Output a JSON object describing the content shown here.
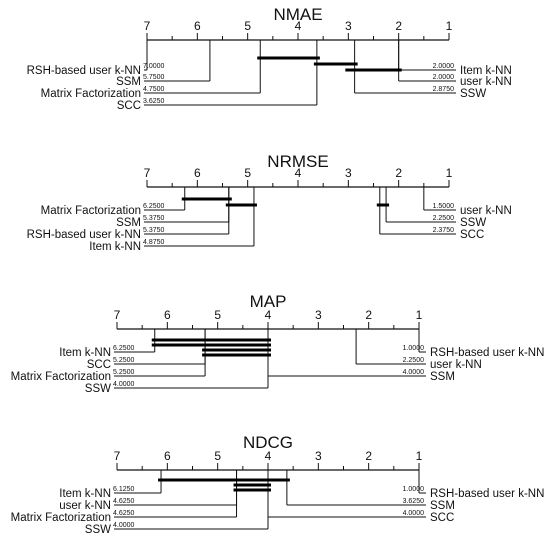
{
  "panels": [
    {
      "id": "nmae",
      "title": "NMAE",
      "ticks": [
        "7",
        "6",
        "5",
        "4",
        "3",
        "2",
        "1"
      ],
      "left_methods": [
        {
          "name": "RSH-based user k-NN",
          "rank_label": "7.0000",
          "rank": 7.0
        },
        {
          "name": "SSM",
          "rank_label": "5.7500",
          "rank": 5.75
        },
        {
          "name": "Matrix Factorization",
          "rank_label": "4.7500",
          "rank": 4.75
        },
        {
          "name": "SCC",
          "rank_label": "3.6250",
          "rank": 3.625
        }
      ],
      "right_methods": [
        {
          "name": "Item k-NN",
          "rank_label": "2.0000",
          "rank": 2.0
        },
        {
          "name": "user k-NN",
          "rank_label": "2.0000",
          "rank": 2.0
        },
        {
          "name": "SSW",
          "rank_label": "2.8750",
          "rank": 2.875
        }
      ],
      "cliques": [
        [
          4.75,
          3.625
        ],
        [
          3.625,
          2.875
        ],
        [
          3.0,
          2.0
        ]
      ]
    },
    {
      "id": "nrmse",
      "title": "NRMSE",
      "ticks": [
        "7",
        "6",
        "5",
        "4",
        "3",
        "2",
        "1"
      ],
      "left_methods": [
        {
          "name": "Matrix Factorization",
          "rank_label": "6.2500",
          "rank": 6.25
        },
        {
          "name": "SSM",
          "rank_label": "5.3750",
          "rank": 5.375
        },
        {
          "name": "RSH-based user k-NN",
          "rank_label": "5.3750",
          "rank": 5.375
        },
        {
          "name": "Item k-NN",
          "rank_label": "4.8750",
          "rank": 4.875
        }
      ],
      "right_methods": [
        {
          "name": "user k-NN",
          "rank_label": "1.5000",
          "rank": 1.5
        },
        {
          "name": "SSW",
          "rank_label": "2.2500",
          "rank": 2.25
        },
        {
          "name": "SCC",
          "rank_label": "2.3750",
          "rank": 2.375
        }
      ],
      "cliques": [
        [
          6.25,
          5.375
        ],
        [
          5.375,
          4.875
        ],
        [
          2.375,
          2.25
        ]
      ]
    },
    {
      "id": "map",
      "title": "MAP",
      "ticks": [
        "7",
        "6",
        "5",
        "4",
        "3",
        "2",
        "1"
      ],
      "left_methods": [
        {
          "name": "Item k-NN",
          "rank_label": "6.2500",
          "rank": 6.25
        },
        {
          "name": "SCC",
          "rank_label": "5.2500",
          "rank": 5.25
        },
        {
          "name": "Matrix Factorization",
          "rank_label": "5.2500",
          "rank": 5.25
        },
        {
          "name": "SSW",
          "rank_label": "4.0000",
          "rank": 4.0
        }
      ],
      "right_methods": [
        {
          "name": "RSH-based user k-NN",
          "rank_label": "1.0000",
          "rank": 1.0
        },
        {
          "name": "user k-NN",
          "rank_label": "2.2500",
          "rank": 2.25
        },
        {
          "name": "SSM",
          "rank_label": "4.0000",
          "rank": 4.0
        }
      ],
      "cliques": [
        [
          6.25,
          4.0
        ],
        [
          6.25,
          4.0
        ],
        [
          5.25,
          4.0
        ],
        [
          5.25,
          4.0
        ]
      ]
    },
    {
      "id": "ndcg",
      "title": "NDCG",
      "ticks": [
        "7",
        "6",
        "5",
        "4",
        "3",
        "2",
        "1"
      ],
      "left_methods": [
        {
          "name": "Item k-NN",
          "rank_label": "6.1250",
          "rank": 6.125
        },
        {
          "name": "user k-NN",
          "rank_label": "4.6250",
          "rank": 4.625
        },
        {
          "name": "Matrix Factorization",
          "rank_label": "4.6250",
          "rank": 4.625
        },
        {
          "name": "SSW",
          "rank_label": "4.0000",
          "rank": 4.0
        }
      ],
      "right_methods": [
        {
          "name": "RSH-based user k-NN",
          "rank_label": "1.0000",
          "rank": 1.0
        },
        {
          "name": "SSM",
          "rank_label": "3.6250",
          "rank": 3.625
        },
        {
          "name": "SCC",
          "rank_label": "4.0000",
          "rank": 4.0
        }
      ],
      "cliques": [
        [
          6.125,
          3.625
        ],
        [
          4.625,
          4.0
        ],
        [
          4.625,
          4.0
        ]
      ]
    }
  ]
}
